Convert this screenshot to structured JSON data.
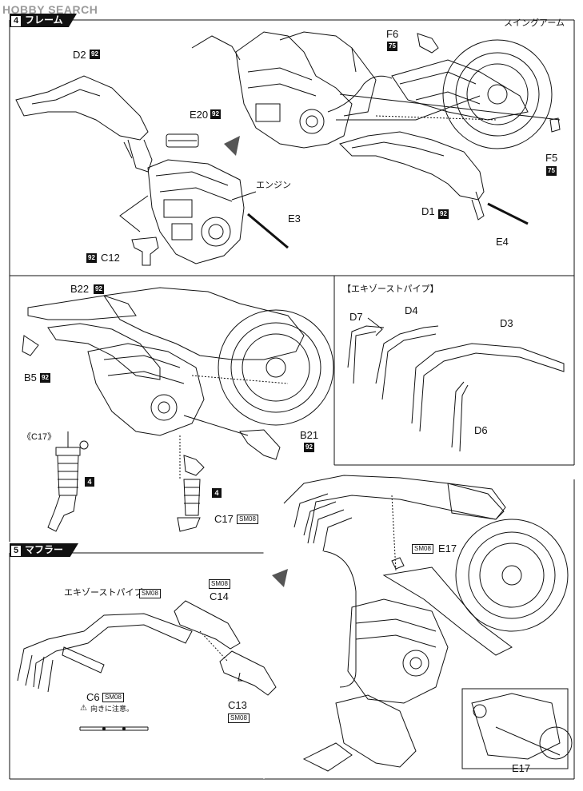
{
  "watermark": "HOBBY SEARCH",
  "steps": {
    "frame": {
      "num": "4",
      "title": "フレーム"
    },
    "muffler": {
      "num": "5",
      "title": "マフラー"
    }
  },
  "labels": {
    "d2": "D2",
    "d2_tag": "92",
    "e20": "E20",
    "e20_tag": "92",
    "engine": "エンジン",
    "e3": "E3",
    "c12": "C12",
    "c12_tag": "92",
    "f6": "F6",
    "f6_tag": "75",
    "swingarm": "スイングアーム",
    "f5": "F5",
    "f5_tag": "75",
    "d1": "D1",
    "d1_tag": "92",
    "e4": "E4",
    "b22": "B22",
    "b22_tag": "92",
    "b5": "B5",
    "b5_tag": "92",
    "b21": "B21",
    "b21_tag": "92",
    "c17_bracket": "《C17》",
    "box4a": "4",
    "box4b": "4",
    "c17": "C17",
    "c17_sm": "SM08",
    "exhaust_title": "【エキゾーストパイプ】",
    "d7": "D7",
    "d4": "D4",
    "d3": "D3",
    "d6": "D6",
    "e17_top": "E17",
    "e17_sm": "SM08",
    "exhaust_pipe": "エキゾーストパイプ",
    "exhaust_sm": "SM08",
    "c14": "C14",
    "c14_sm": "SM08",
    "c6": "C6",
    "c6_sm": "SM08",
    "caution": "向きに注意。",
    "c13": "C13",
    "c13_sm": "SM08",
    "e17_bottom": "E17"
  }
}
